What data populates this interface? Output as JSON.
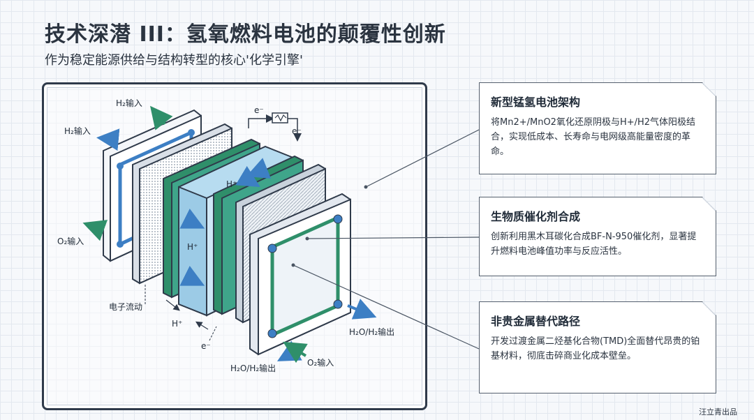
{
  "title": "技术深潜 III：氢氧燃料电池的颠覆性创新",
  "subtitle": "作为稳定能源供给与结构转型的核心'化学引擎'",
  "diagram": {
    "labels": {
      "h2_in_top": "H₂输入",
      "h2_in_left": "H₂输入",
      "o2_in_left": "O₂输入",
      "o2_in_bottom": "O₂输入",
      "h2o_out_bottom": "H₂O/H₂输出",
      "h2o_out_right": "H₂O/H₂输出",
      "electron_flow": "电子流动",
      "e_top1": "e⁻",
      "e_top2": "e⁻",
      "e_bottom": "e⁻",
      "h_plus_1": "H⁺",
      "h_plus_2": "H⁺",
      "h_plus_3": "H⁺"
    }
  },
  "cards": [
    {
      "title": "新型锰氢电池架构",
      "body": "将Mn2+/MnO2氧化还原阴极与H+/H2气体阳极结合，实现低成本、长寿命与电网级高能量密度的革命。"
    },
    {
      "title": "生物质催化剂合成",
      "body": "创新利用黑木耳碳化合成BF-N-950催化剂，显著提升燃料电池峰值功率与反应活性。"
    },
    {
      "title": "非贵金属替代路径",
      "body": "开发过渡金属二烃基化合物(TMD)全面替代昂贵的铂基材料，彻底击碎商业化成本壁垒。"
    }
  ],
  "credit": "汪立青出品",
  "colors": {
    "blue": "#3d7fc4",
    "green": "#2f8f6a",
    "teal": "#3fa58a",
    "frame": "#2f3a4a"
  }
}
